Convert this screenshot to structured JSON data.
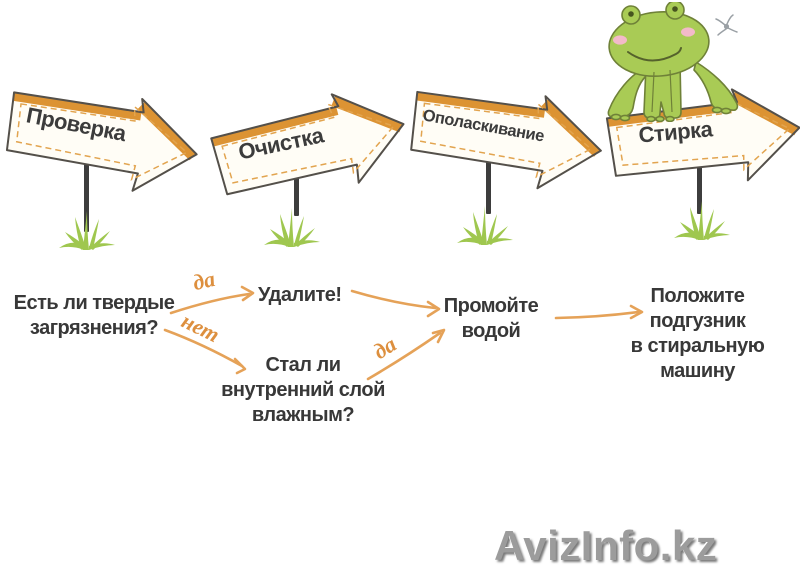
{
  "signs": [
    {
      "label": "Проверка"
    },
    {
      "label": "Очистка"
    },
    {
      "label": "Ополаскивание"
    },
    {
      "label": "Стирка"
    }
  ],
  "flow": {
    "q1": [
      "Есть ли твердые",
      "загрязнения?"
    ],
    "yes1": "да",
    "no1": "нет",
    "remove": "Удалите!",
    "q2": [
      "Стал ли",
      "внутренний слой",
      "влажным?"
    ],
    "yes2": "да",
    "rinse": [
      "Промойте",
      "водой"
    ],
    "final": [
      "Положите",
      "подгузник",
      "в стиральную",
      "машину"
    ]
  },
  "watermark": "AvizInfo.kz",
  "colors": {
    "sign_band_orange": "#dc9333",
    "sign_outline": "#54504a",
    "dashed_border": "#e2a44f",
    "flow_arrow_orange": "#e5a258",
    "script_orange": "#dd8f3e",
    "frog_green": "#a9cb55",
    "frog_outline": "#6f8138",
    "grass_green": "#9fc74f",
    "text_dark": "#383838",
    "watermark_gray": "#9c9c9c"
  }
}
